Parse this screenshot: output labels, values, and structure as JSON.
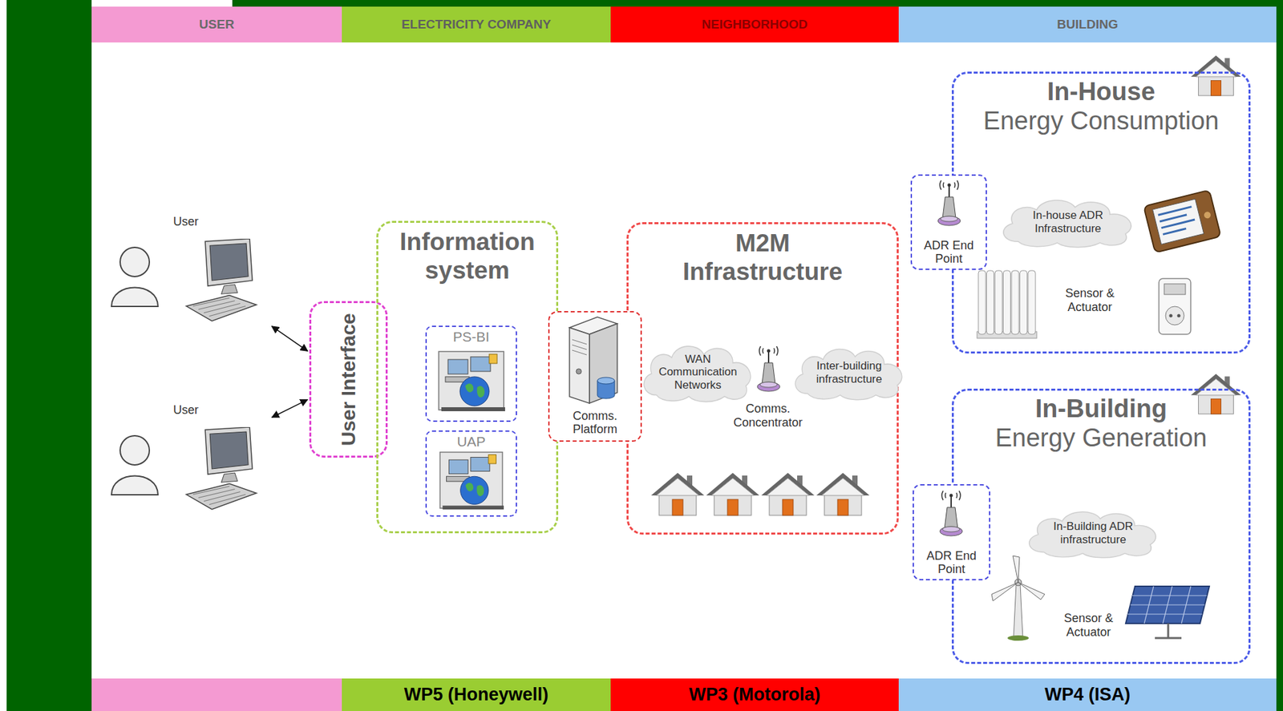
{
  "diagram": {
    "nodes": [
      {
        "text": [
          "USER"
        ]
      },
      {
        "text": [
          "ELECTRICITY COMPANY"
        ]
      },
      {
        "text": [
          "NEIGHBORHOOD"
        ]
      },
      {
        "text": [
          "BUILDING"
        ]
      },
      {
        "text": [
          "User"
        ]
      },
      {
        "text": [
          "User"
        ]
      },
      {
        "text": [
          "User Interface"
        ]
      },
      {
        "text": [
          "Information system"
        ]
      },
      {
        "text": [
          "PS-BI"
        ],
        "in": 7
      },
      {
        "text": [
          "UAP"
        ],
        "in": 7
      },
      {
        "text": [
          "Comms. Platform"
        ]
      },
      {
        "text": [
          "M2M Infrastructure"
        ]
      },
      {
        "text": [
          "WAN Communication Networks"
        ],
        "in": 11
      },
      {
        "text": [
          "Inter-building infrastructure"
        ],
        "in": 11
      },
      {
        "text": [
          "In-House",
          "Energy Consumption"
        ]
      },
      {
        "text": [
          "ADR End Point"
        ]
      },
      {
        "text": [
          "In-house ADR Infrastructure"
        ],
        "in": 14
      },
      {
        "text": [
          "In-Building",
          "Energy Generation"
        ]
      },
      {
        "text": [
          "ADR End Point"
        ]
      },
      {
        "text": [
          "In-Building ADR infrastructure"
        ],
        "in": 17
      },
      {
        "text": [
          "WP5 (Honeywell)"
        ]
      },
      {
        "text": [
          "WP3 (Motorola)"
        ]
      },
      {
        "text": [
          "WP4 (ISA)"
        ]
      }
    ],
    "edges": [
      {
        "from": 4,
        "to": 6,
        "arrow": "both"
      },
      {
        "from": 5,
        "to": 6,
        "arrow": "both"
      }
    ],
    "labels": [
      "Comms. Concentrator",
      "Sensor & Actuator",
      "Sensor & Actuator"
    ]
  }
}
